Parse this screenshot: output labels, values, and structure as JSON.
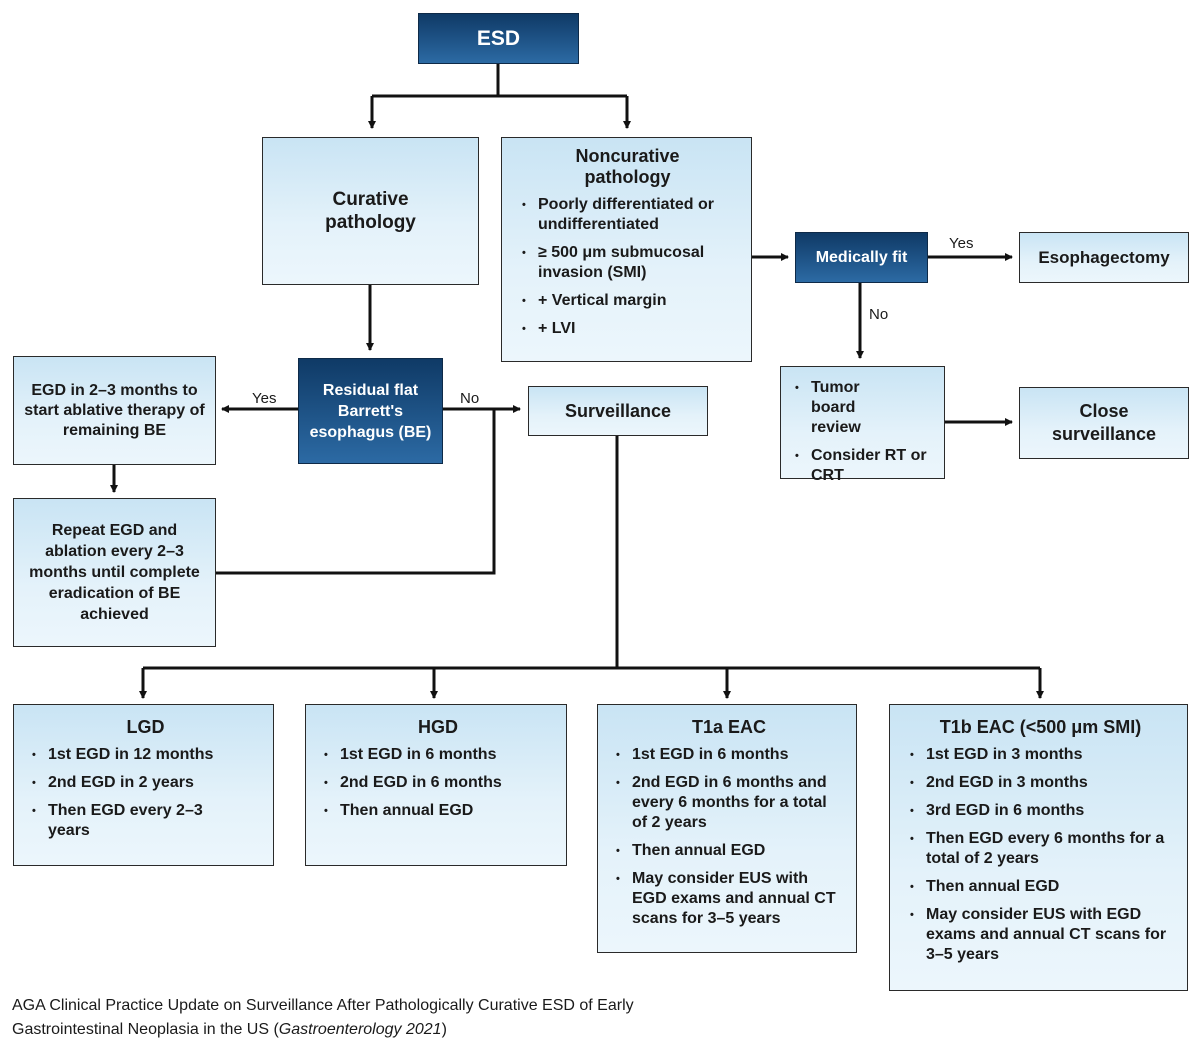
{
  "nodes": {
    "esd": "ESD",
    "curative": "Curative pathology",
    "noncurative": {
      "title": "Noncurative pathology",
      "items": [
        "Poorly differentiated or undifferentiated",
        "≥ 500 μm submucosal invasion (SMI)",
        "+ Vertical margin",
        "+ LVI"
      ]
    },
    "medically_fit": "Medically fit",
    "esophagectomy": "Esophagectomy",
    "residual": "Residual flat Barrett's esophagus (BE)",
    "egd_ablative": "EGD in 2–3 months to start ablative therapy of remaining BE",
    "repeat_egd": "Repeat EGD and ablation every 2–3 months until complete eradication of BE achieved",
    "surveillance": "Surveillance",
    "tumor_board": {
      "items": [
        "Tumor board review",
        "Consider RT or CRT"
      ]
    },
    "close_surveillance": "Close surveillance",
    "lgd": {
      "title": "LGD",
      "items": [
        "1st EGD in 12 months",
        "2nd EGD in 2 years",
        "Then EGD every 2–3 years"
      ]
    },
    "hgd": {
      "title": "HGD",
      "items": [
        "1st EGD in 6 months",
        "2nd EGD in 6 months",
        "Then annual EGD"
      ]
    },
    "t1a": {
      "title": "T1a EAC",
      "items": [
        "1st EGD in 6 months",
        "2nd EGD in 6 months and every 6 months for a total of 2 years",
        "Then annual EGD",
        "May consider EUS with EGD exams and annual CT scans for 3–5 years"
      ]
    },
    "t1b": {
      "title": "T1b EAC (<500 μm SMI)",
      "items": [
        "1st EGD in 3 months",
        "2nd EGD in 3 months",
        "3rd EGD in 6 months",
        "Then EGD every 6 months for a total of 2 years",
        "Then annual EGD",
        "May consider EUS with EGD exams and annual CT scans for 3–5 years"
      ]
    }
  },
  "edge_labels": {
    "yes_fit": "Yes",
    "no_fit": "No",
    "yes_residual": "Yes",
    "no_residual": "No"
  },
  "caption": {
    "line1": "AGA Clinical Practice Update on Surveillance After Pathologically Curative ESD of Early",
    "line2_prefix": "Gastrointestinal Neoplasia in the US (",
    "line2_italic": "Gastroenterology 2021",
    "line2_suffix": ")"
  }
}
